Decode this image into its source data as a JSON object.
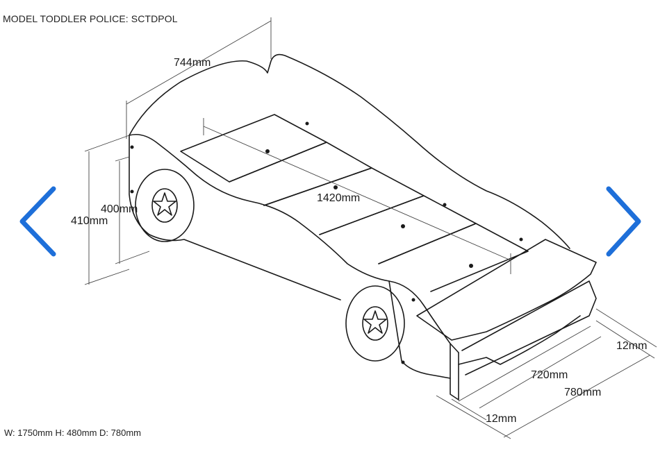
{
  "header": {
    "model": "MODEL TODDLER POLICE: SCTDPOL"
  },
  "dimensions": {
    "width_top": "744mm",
    "height_outer": "410mm",
    "height_inner": "400mm",
    "length": "1420mm",
    "thickness_right": "12mm",
    "inner_depth": "720mm",
    "outer_depth": "780mm",
    "thickness_bottom": "12mm"
  },
  "footer": {
    "summary": "W: 1750mm H: 480mm D: 780mm"
  },
  "colors": {
    "accent": "#1e6fd9",
    "stroke": "#1a1a1a"
  },
  "icons": {
    "prev": "chevron-left-icon",
    "next": "chevron-right-icon"
  }
}
